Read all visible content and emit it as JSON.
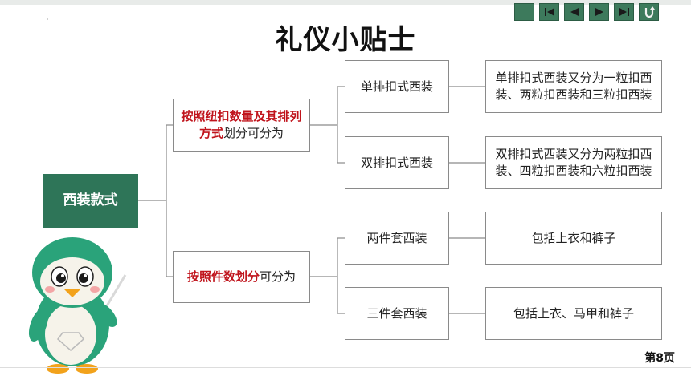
{
  "title": "礼仪小贴士",
  "nav": {
    "buttons": [
      "home-icon",
      "first-page-icon",
      "prev-icon",
      "next-icon",
      "last-page-icon",
      "return-icon"
    ],
    "color": "#3d7a5c"
  },
  "root": {
    "label": "西装款式",
    "color": "#2e7558"
  },
  "branches": [
    {
      "highlight": "按照纽扣数量及其排列方式",
      "suffix": "划分可分为",
      "children": [
        {
          "label": "单排扣式西装",
          "detail": "单排扣式西装又分为一粒扣西装、两粒扣西装和三粒扣西装"
        },
        {
          "label": "双排扣式西装",
          "detail": "双排扣式西装又分为两粒扣西装、四粒扣西装和六粒扣西装"
        }
      ]
    },
    {
      "highlight": "按照件数划分",
      "suffix": "可分为",
      "children": [
        {
          "label": "两件套西装",
          "detail": "包括上衣和裤子"
        },
        {
          "label": "三件套西装",
          "detail": "包括上衣、马甲和裤子"
        }
      ]
    }
  ],
  "highlight_color": "#c0141c",
  "page_label": "第8页"
}
